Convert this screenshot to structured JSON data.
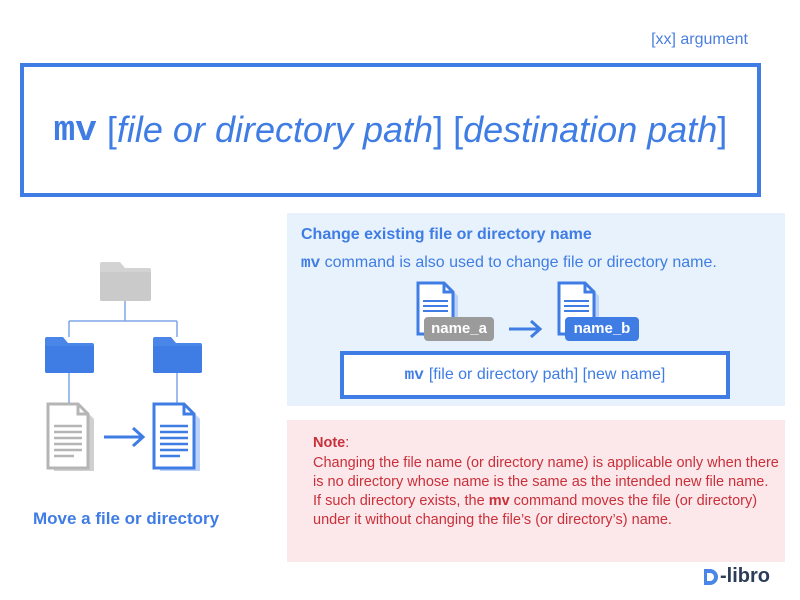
{
  "legend": "[xx] argument",
  "syntax": {
    "command": "mv",
    "open1": "[",
    "arg1": "file or directory path",
    "close1": "]",
    "open2": " [",
    "arg2": "destination path",
    "close2": "]"
  },
  "left_panel": {
    "caption": "Move a file or directory"
  },
  "rename": {
    "title": "Change existing file or directory name",
    "desc_command": "mv",
    "desc_text": " command is also used to change file or directory name.",
    "tag_a": "name_a",
    "tag_b": "name_b",
    "box_command": "mv",
    "box_args": "[file or directory path] [new name]"
  },
  "note": {
    "title": "Note",
    "title_suffix": ":",
    "body_before": "Changing the file name (or directory name) is applicable only when there is no directory whose name is the same as the intended new file name. If such directory exists, the ",
    "body_command": "mv",
    "body_after": " command moves the file (or directory) under it without changing the file’s (or directory’s) name."
  },
  "logo": {
    "text": "-libro"
  },
  "colors": {
    "accent": "#3f7ce4",
    "grey": "#9b9b9b",
    "rename_bg": "#e7f2fc",
    "note_bg": "#fce7ea",
    "note_text": "#c9303a"
  }
}
